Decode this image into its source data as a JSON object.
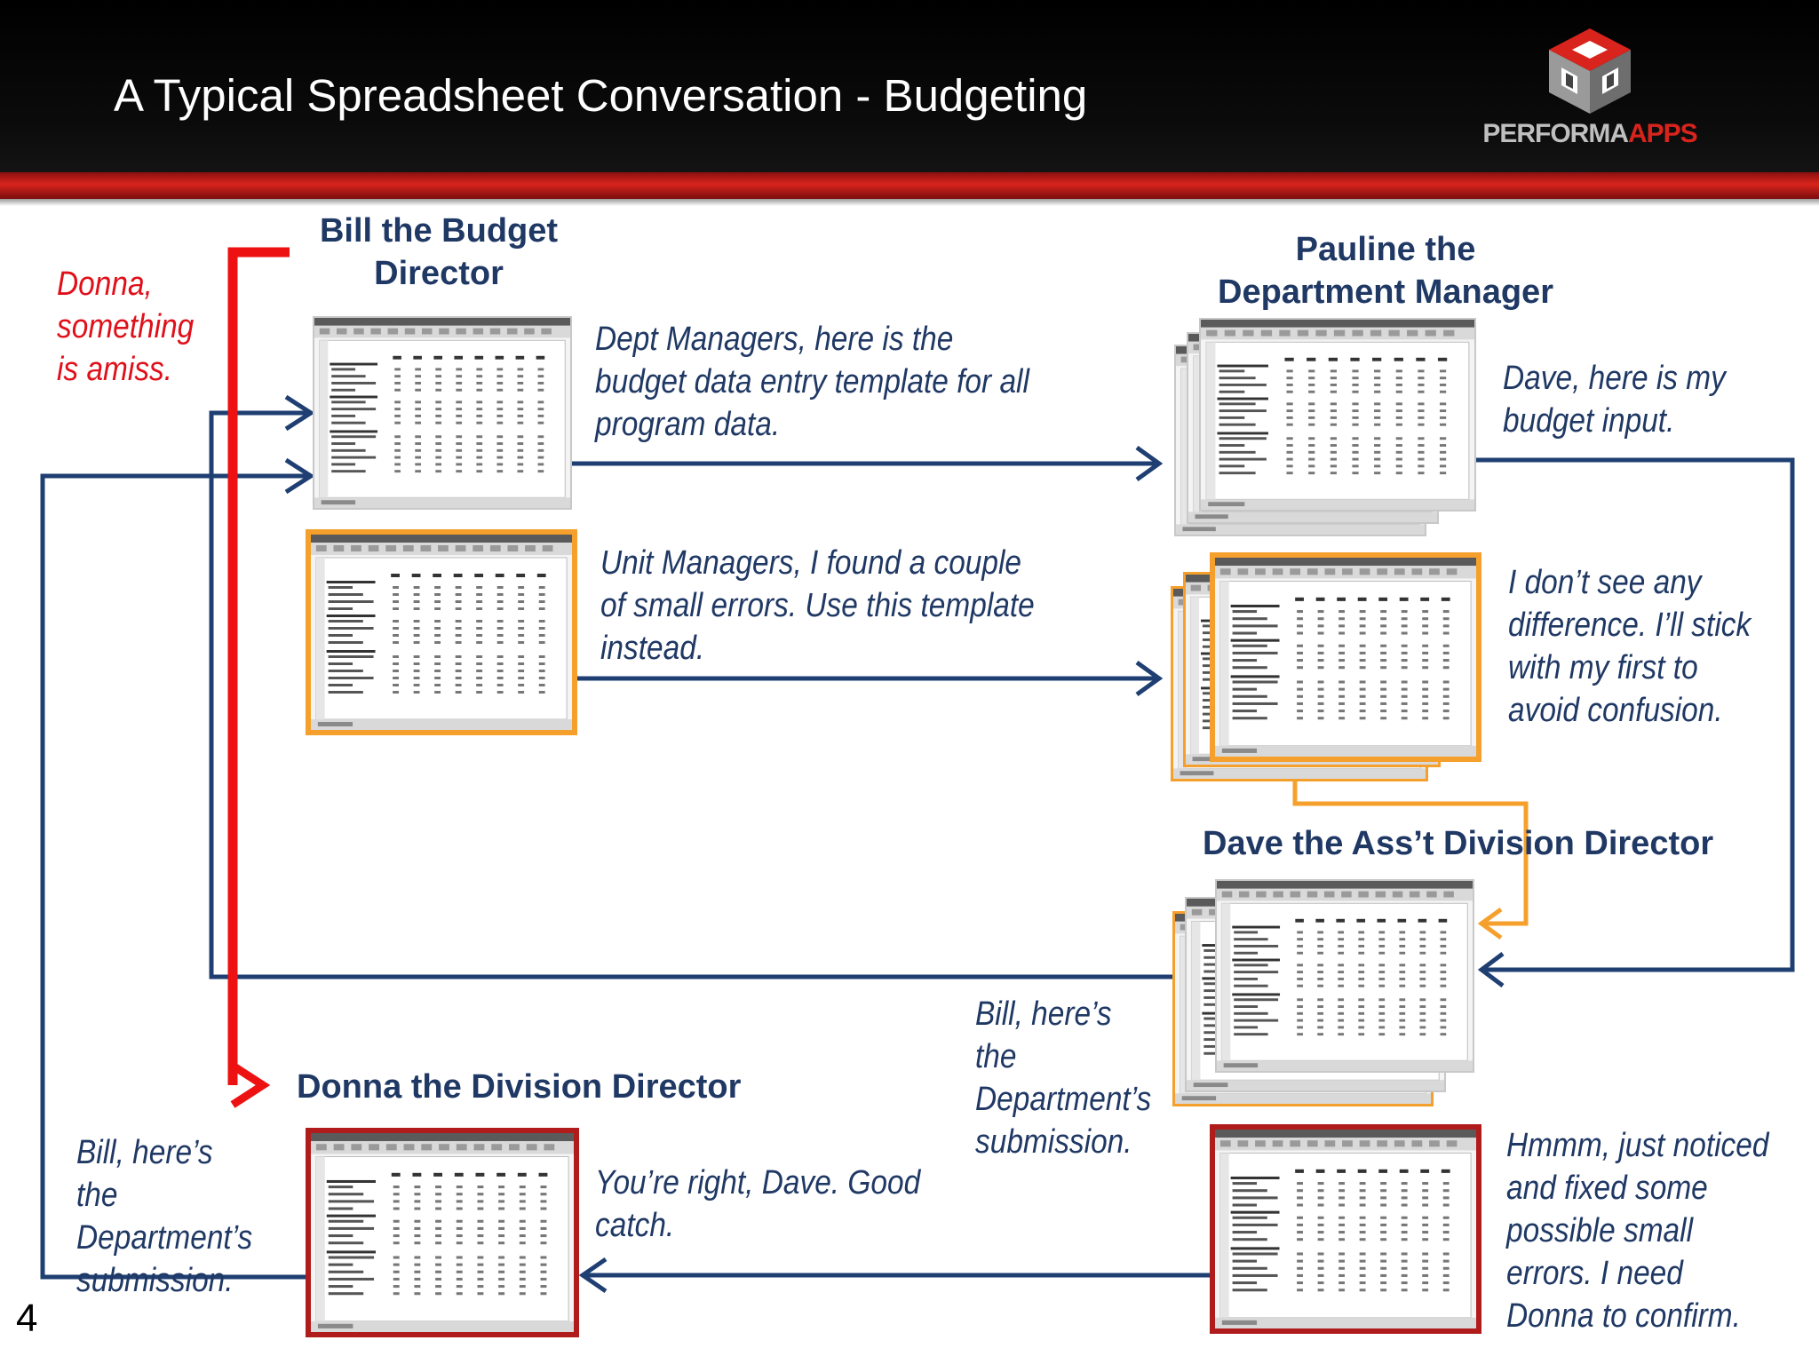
{
  "slide": {
    "title": "A Typical Spreadsheet Conversation - Budgeting",
    "page_number": "4",
    "logo": {
      "brand_left": "PERFORMA",
      "brand_right": "APPS"
    }
  },
  "roles": {
    "bill": "Bill the Budget Director",
    "pauline": "Pauline the Department Manager",
    "dave": "Dave the Ass’t Division Director",
    "donna": "Donna the Division Director"
  },
  "messages": {
    "bill_to_dept_managers": "Dept Managers, here is the budget data entry template for all program data.",
    "bill_to_unit_managers": "Unit Managers, I found a couple of small errors. Use this template instead.",
    "pauline_to_dave": "Dave, here is my budget input.",
    "pauline_no_difference": "I don’t see any difference. I’ll stick with my first to avoid confusion.",
    "dave_to_bill": "Bill, here’s the Department’s submission.",
    "dave_noticed": "Hmmm, just noticed and fixed some possible small errors. I need Donna to confirm.",
    "donna_reply": "You’re right, Dave. Good catch.",
    "donna_to_bill": "Bill, here’s the Department’s submission.",
    "amiss": "Donna, something is amiss."
  },
  "colors": {
    "navy": "#1f3864",
    "arrow": "#1f3f73",
    "orange": "#f5a02c",
    "dark_red": "#b01c1c",
    "red": "#ee1111"
  }
}
